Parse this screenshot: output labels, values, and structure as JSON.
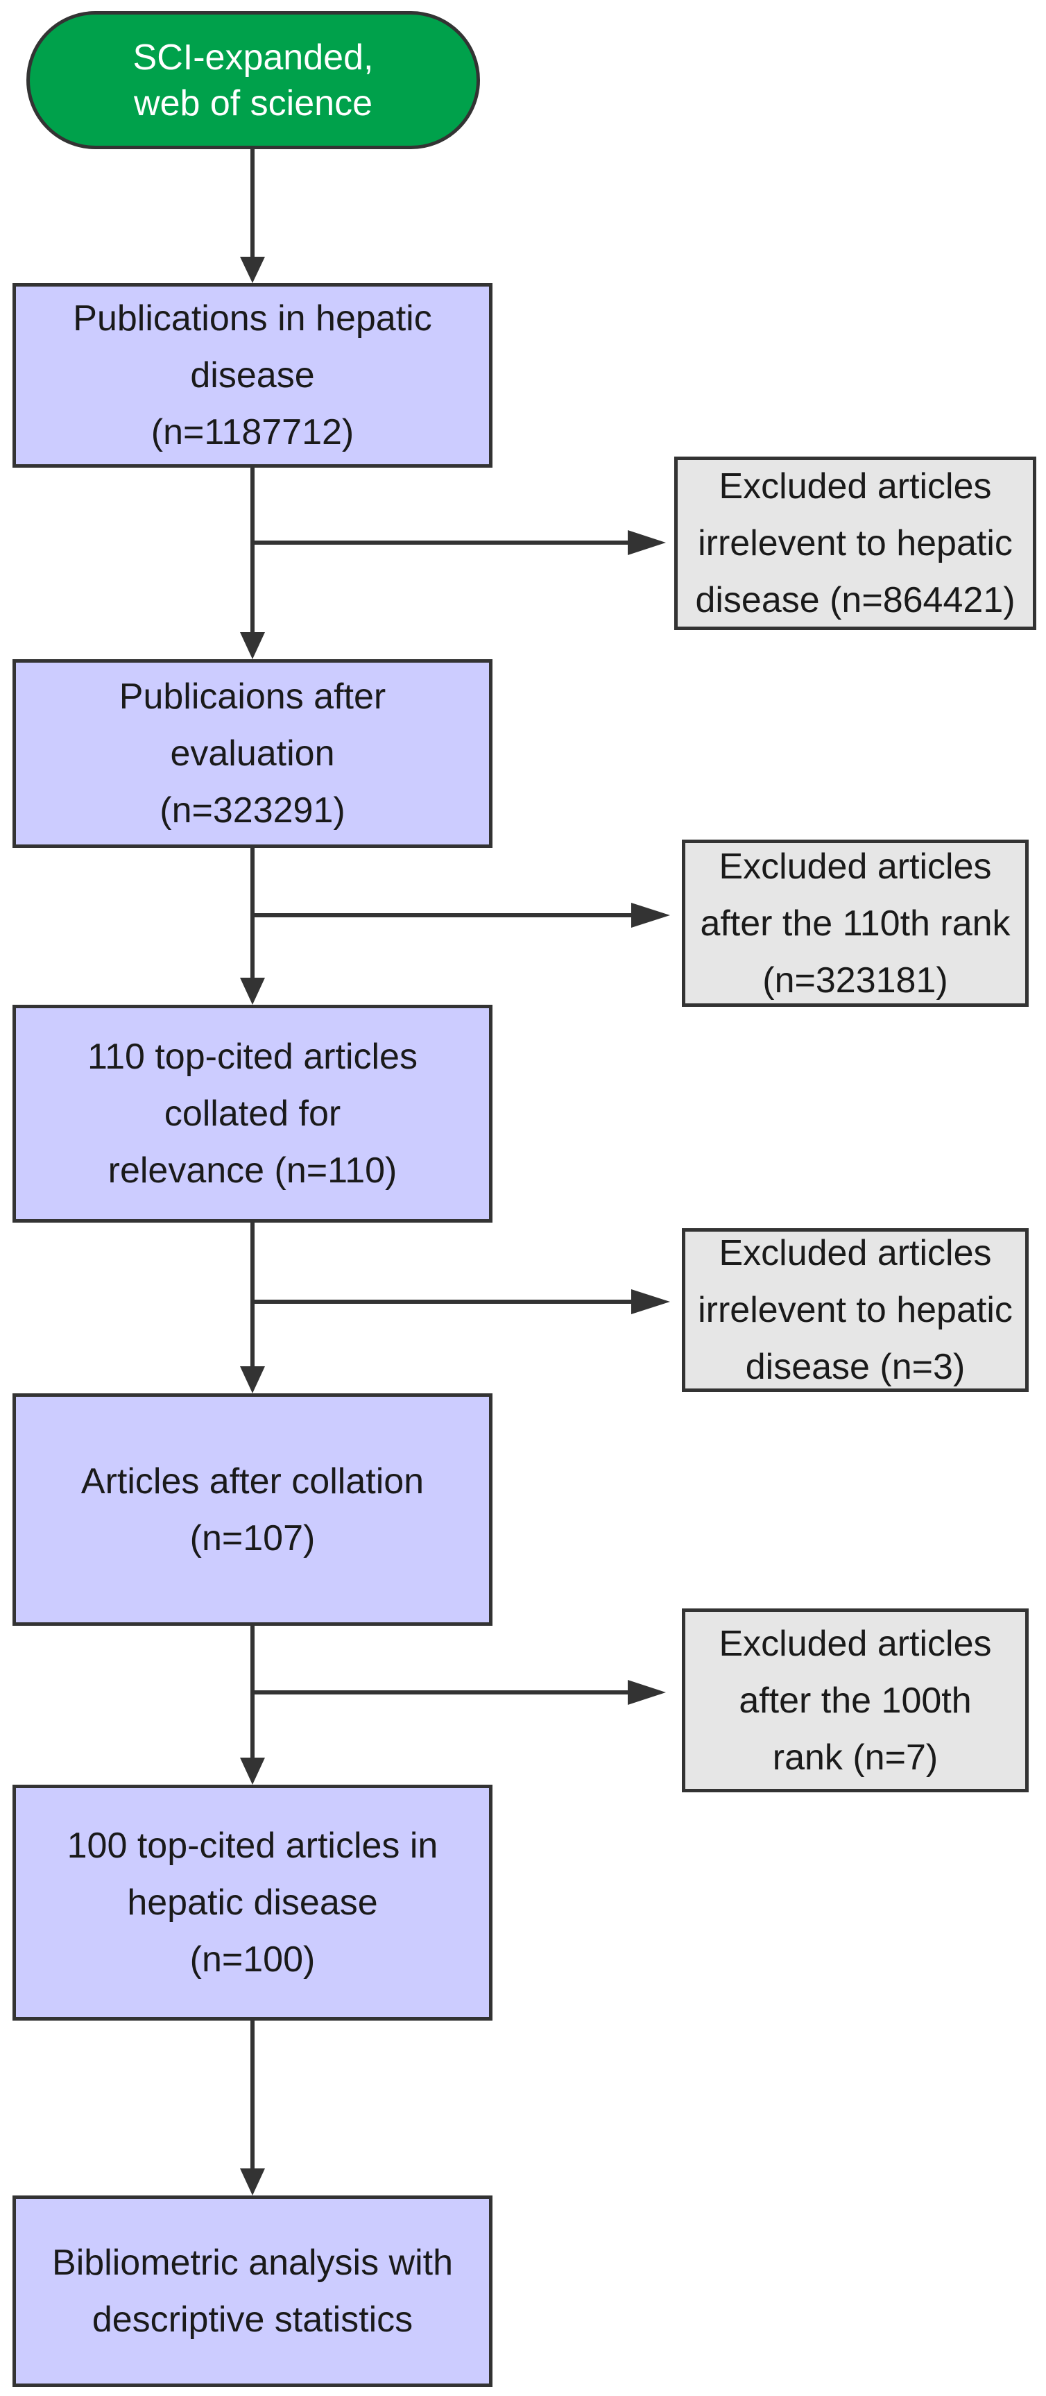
{
  "colors": {
    "start_fill": "#00a14b",
    "main_fill": "#ccccff",
    "side_fill": "#e6e6e6",
    "stroke": "#333333"
  },
  "start": {
    "lines": [
      "SCI-expanded,",
      "web of science"
    ]
  },
  "main_steps": [
    {
      "lines": [
        "Publications in hepatic",
        "disease",
        "(n=1187712)"
      ]
    },
    {
      "lines": [
        "Publicaions after",
        "evaluation",
        "(n=323291)"
      ]
    },
    {
      "lines": [
        "110 top-cited articles",
        "collated for",
        "relevance (n=110)"
      ]
    },
    {
      "lines": [
        "Articles after collation",
        "(n=107)"
      ]
    },
    {
      "lines": [
        "100 top-cited articles in",
        "hepatic disease",
        "(n=100)"
      ]
    },
    {
      "lines": [
        "Bibliometric analysis with",
        "descriptive statistics"
      ]
    }
  ],
  "exclusions": [
    {
      "lines": [
        "Excluded articles",
        "irrelevent to hepatic",
        "disease (n=864421)"
      ]
    },
    {
      "lines": [
        "Excluded articles",
        "after the 110th rank",
        "(n=323181)"
      ]
    },
    {
      "lines": [
        "Excluded articles",
        "irrelevent to hepatic",
        "disease (n=3)"
      ]
    },
    {
      "lines": [
        "Excluded articles",
        "after the 100th",
        "rank (n=7)"
      ]
    }
  ]
}
